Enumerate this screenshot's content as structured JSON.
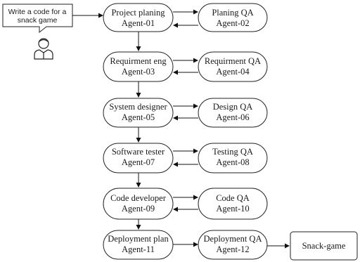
{
  "request": {
    "line1": "Write a code for a",
    "line2": "snack game",
    "user_icon": "user-icon"
  },
  "agents": [
    {
      "id": "project-planing",
      "line1": "Project planing",
      "line2": "Agent-01"
    },
    {
      "id": "planing-qa",
      "line1": "Planing QA",
      "line2": "Agent-02"
    },
    {
      "id": "requirment-eng",
      "line1": "Requirment eng",
      "line2": "Agent-03"
    },
    {
      "id": "requirment-qa",
      "line1": "Requirment QA",
      "line2": "Agent-04"
    },
    {
      "id": "system-designer",
      "line1": "System designer",
      "line2": "Agent-05"
    },
    {
      "id": "design-qa",
      "line1": "Design QA",
      "line2": "Agent-06"
    },
    {
      "id": "software-tester",
      "line1": "Software tester",
      "line2": "Agent-07"
    },
    {
      "id": "testing-qa",
      "line1": "Testing QA",
      "line2": "Agent-08"
    },
    {
      "id": "code-developer",
      "line1": "Code developer",
      "line2": "Agent-09"
    },
    {
      "id": "code-qa",
      "line1": "Code QA",
      "line2": "Agent-10"
    },
    {
      "id": "deployment-plan",
      "line1": "Deployment plan",
      "line2": "Agent-11"
    },
    {
      "id": "deployment-qa",
      "line1": "Deployment QA",
      "line2": "Agent-12"
    }
  ],
  "output": {
    "label": "Snack-game"
  }
}
